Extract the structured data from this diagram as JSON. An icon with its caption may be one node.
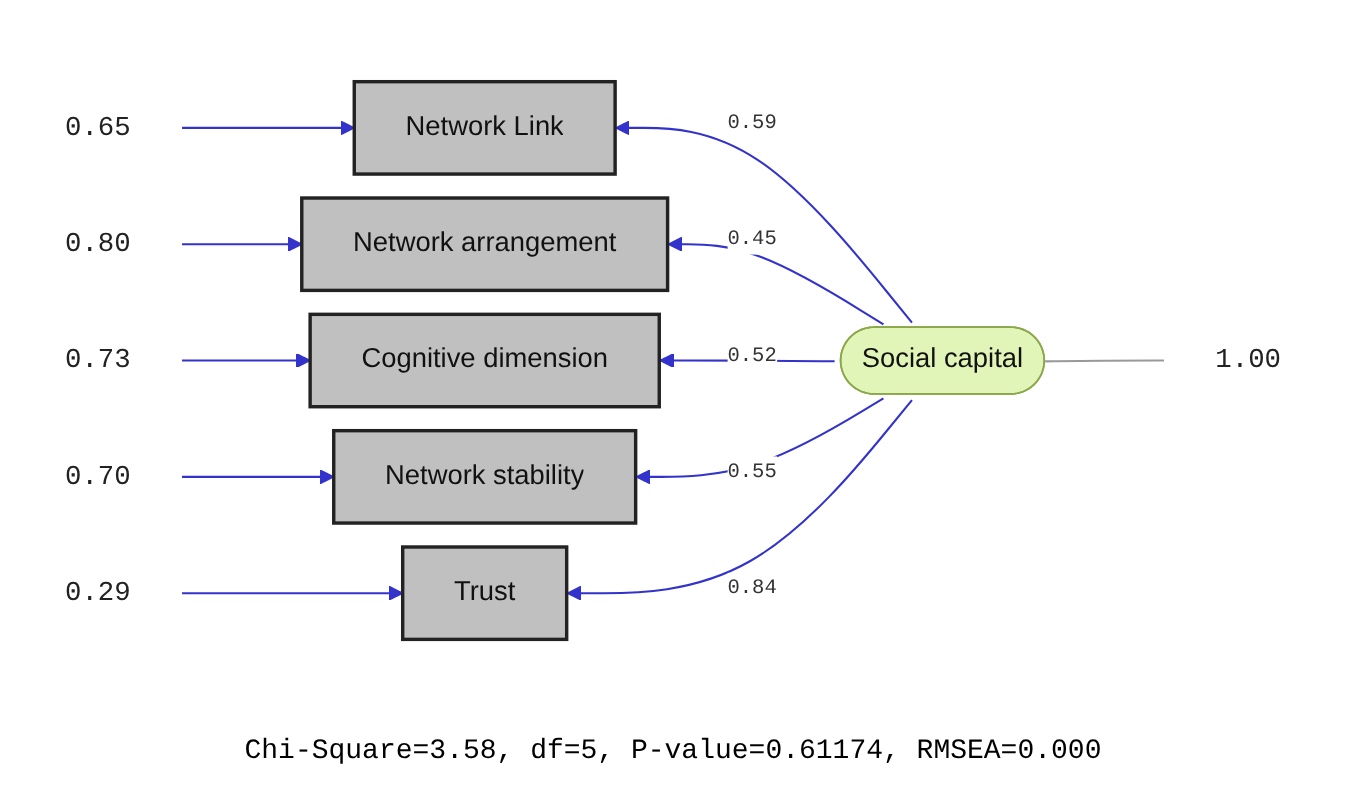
{
  "diagram": {
    "caption": "Chi-Square=3.58, df=5, P-value=0.61174, RMSEA=0.000",
    "nodes": [
      {
        "text": [
          "Network Link"
        ]
      },
      {
        "text": [
          "Network arrangement"
        ]
      },
      {
        "text": [
          "Cognitive dimension"
        ]
      },
      {
        "text": [
          "Network stability"
        ]
      },
      {
        "text": [
          "Trust"
        ]
      },
      {
        "text": [
          "Social capital"
        ]
      },
      {
        "text": [
          "0.65"
        ]
      },
      {
        "text": [
          "0.80"
        ]
      },
      {
        "text": [
          "0.73"
        ]
      },
      {
        "text": [
          "0.70"
        ]
      },
      {
        "text": [
          "0.29"
        ]
      },
      {
        "text": [
          "1.00"
        ]
      }
    ],
    "edges": [
      {
        "from": 5,
        "to": 0,
        "arrow": "to",
        "label": "0.59"
      },
      {
        "from": 5,
        "to": 1,
        "arrow": "to",
        "label": "0.45"
      },
      {
        "from": 5,
        "to": 2,
        "arrow": "to",
        "label": "0.52"
      },
      {
        "from": 5,
        "to": 3,
        "arrow": "to",
        "label": "0.55"
      },
      {
        "from": 5,
        "to": 4,
        "arrow": "to",
        "label": "0.84"
      },
      {
        "from": 6,
        "to": 0,
        "arrow": "to"
      },
      {
        "from": 7,
        "to": 1,
        "arrow": "to"
      },
      {
        "from": 8,
        "to": 2,
        "arrow": "to"
      },
      {
        "from": 9,
        "to": 3,
        "arrow": "to"
      },
      {
        "from": 10,
        "to": 4,
        "arrow": "to"
      },
      {
        "from": 5,
        "to": 11,
        "arrow": "none",
        "color": "#999999"
      }
    ]
  }
}
